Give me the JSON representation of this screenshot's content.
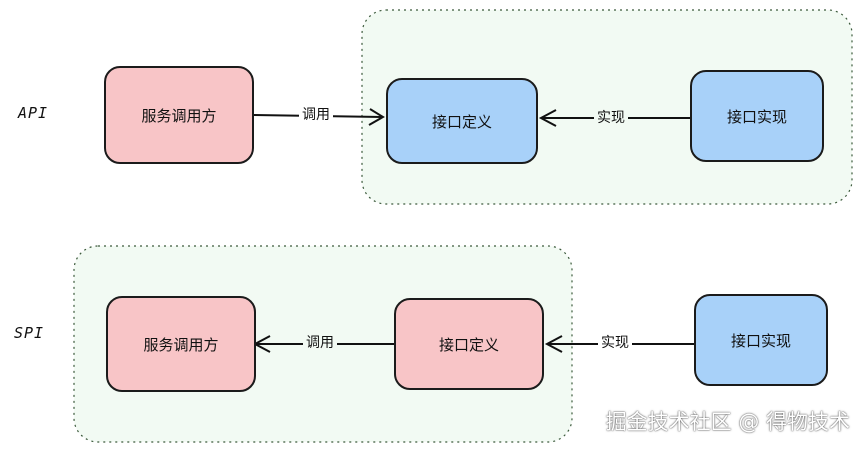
{
  "rows": {
    "api_label": "API",
    "spi_label": "SPI"
  },
  "api": {
    "caller": "服务调用方",
    "call_label": "调用",
    "interface": "接口定义",
    "impl_label": "实现",
    "implementation": "接口实现"
  },
  "spi": {
    "caller": "服务调用方",
    "call_label": "调用",
    "interface": "接口定义",
    "impl_label": "实现",
    "implementation": "接口实现"
  },
  "watermark": "掘金技术社区 @ 得物技术",
  "colors": {
    "caller_fill": "#f8c5c7",
    "interface_fill_api": "#a8d1f9",
    "interface_fill_spi": "#f8c5c7",
    "implementation_fill": "#a8d1f9",
    "group_fill": "#f2faf3",
    "group_border": "#3c5a3c"
  }
}
